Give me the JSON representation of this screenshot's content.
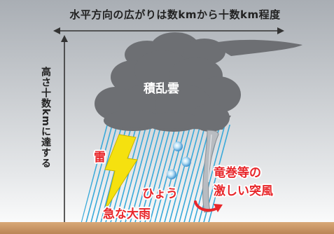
{
  "labels": {
    "horizontal_extent": "水平方向の広がりは数kmから十数km程度",
    "vertical_extent": "高さ十数kmに達する",
    "cloud_name": "積乱雲",
    "lightning": "雷",
    "hail": "ひょう",
    "heavy_rain": "急な大雨",
    "tornado_line1": "竜巻等の",
    "tornado_line2": "激しい突風"
  },
  "icons": {
    "cloud": "cumulonimbus-cloud-icon",
    "lightning": "lightning-bolt-icon",
    "hail": "hailstone-icon",
    "tornado": "tornado-funnel-icon",
    "ground": "ground-strip"
  },
  "colors": {
    "sky_top": "#a9aeb4",
    "sky_bottom": "#ffffff",
    "cloud": "#6d6f73",
    "rain": "#39a9d9",
    "lightning": "#f5e10f",
    "hail": "#4a9fd6",
    "label_red": "#e8262a",
    "ground": "#c89666"
  }
}
